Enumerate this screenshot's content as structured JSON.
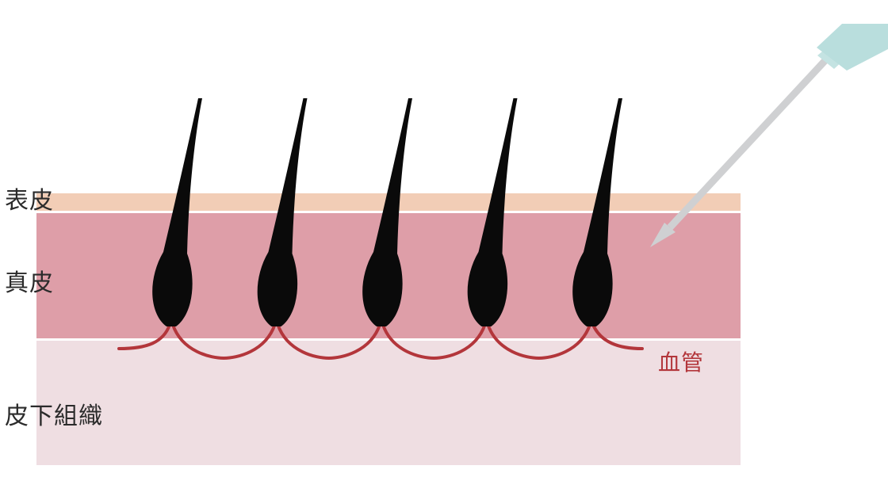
{
  "labels": {
    "epidermis": "表皮",
    "dermis": "真皮",
    "subcutaneous": "皮下組織",
    "blood_vessel": "血管"
  },
  "colors": {
    "epidermis": "#f2cdb6",
    "dermis": "#de9ea8",
    "subcutaneous": "#efdee2",
    "hair": "#0a0a0a",
    "vessel": "#b3363b",
    "needle_shaft": "#cfd0d2",
    "needle_hub": "#b9dedd"
  },
  "hair_count": 5,
  "icons": {
    "needle": "needle-icon"
  }
}
